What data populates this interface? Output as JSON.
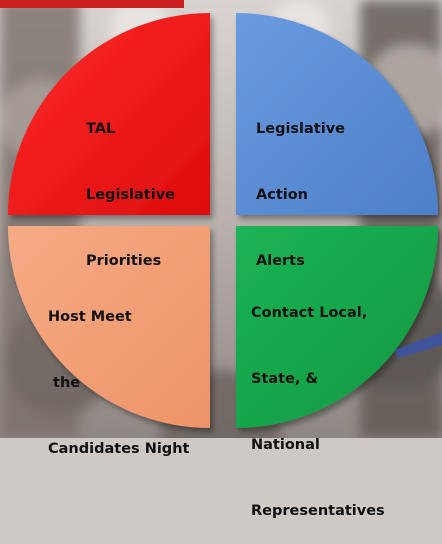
{
  "colors": {
    "red": "#ee1111",
    "blue": "#5b8fd6",
    "orange": "#f4a07a",
    "green": "#14a64a",
    "top_bar": "#cc1f1f",
    "arrow": "#3a54a8"
  },
  "quadrants": {
    "top_left": {
      "lines": [
        "TAL",
        "Legislative",
        "Priorities"
      ]
    },
    "top_right": {
      "lines": [
        "Legislative",
        "Action",
        "Alerts"
      ]
    },
    "bottom_left": {
      "lines": [
        "Host Meet",
        " the",
        "Candidates Night"
      ]
    },
    "bottom_right": {
      "lines": [
        "Contact Local,",
        "State, &",
        "National",
        "Representatives"
      ]
    }
  }
}
